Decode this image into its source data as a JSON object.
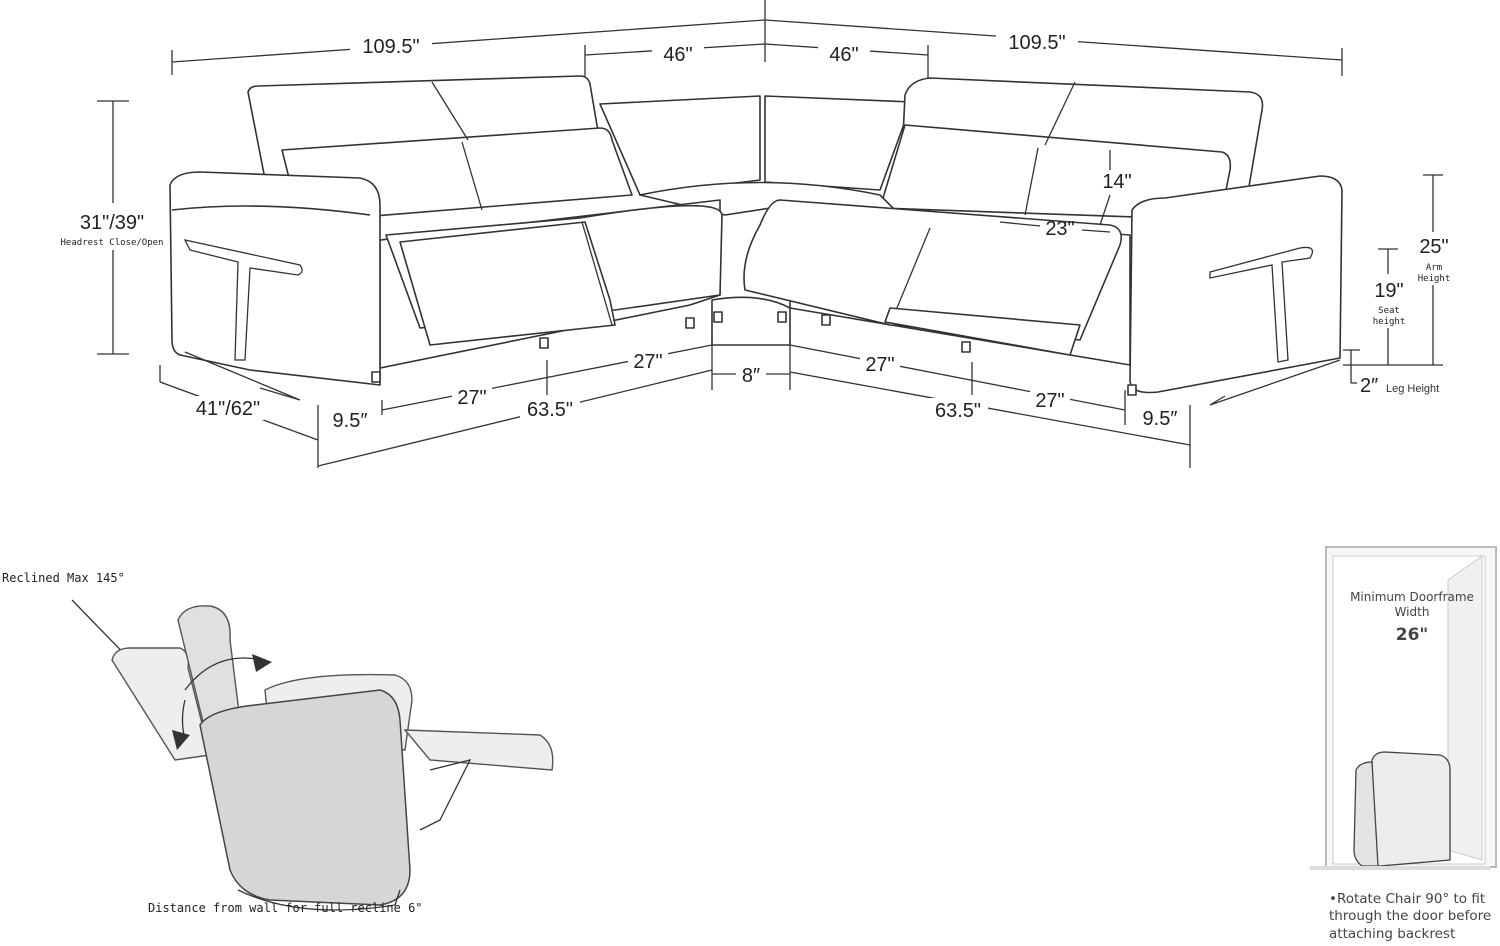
{
  "sectional": {
    "top_dims": {
      "left_total": "109.5\"",
      "left_back": "46\"",
      "right_back": "46\"",
      "right_total": "109.5\""
    },
    "height": {
      "value": "31\"/39\"",
      "label": "Headrest Close/Open"
    },
    "headrest_height": "14\"",
    "seat_depth": "23\"",
    "arm_height": {
      "value": "25\"",
      "label_line1": "Arm",
      "label_line2": "Height"
    },
    "seat_height": {
      "value": "19\"",
      "label_line1": "Seat",
      "label_line2": "height"
    },
    "leg_height": {
      "value": "2″",
      "label": "Leg Height"
    },
    "depth": "41\"/62\"",
    "bottom_dims": {
      "left_arm": "9.5″",
      "left_seat_1": "27\"",
      "left_section": "63.5\"",
      "left_seat_2": "27\"",
      "corner": "8″",
      "right_seat_1": "27\"",
      "right_section": "63.5\"",
      "right_seat_2": "27\"",
      "right_arm": "9.5″"
    }
  },
  "recliner": {
    "max_label": "Reclined Max 145°",
    "wall_distance": "Distance from wall for full recline 6\""
  },
  "doorframe": {
    "title_line1": "Minimum Doorframe",
    "title_line2": "Width",
    "width": "26\"",
    "note_line1": "•Rotate Chair 90° to fit",
    "note_line2": "through the door before",
    "note_line3": "attaching backrest"
  }
}
